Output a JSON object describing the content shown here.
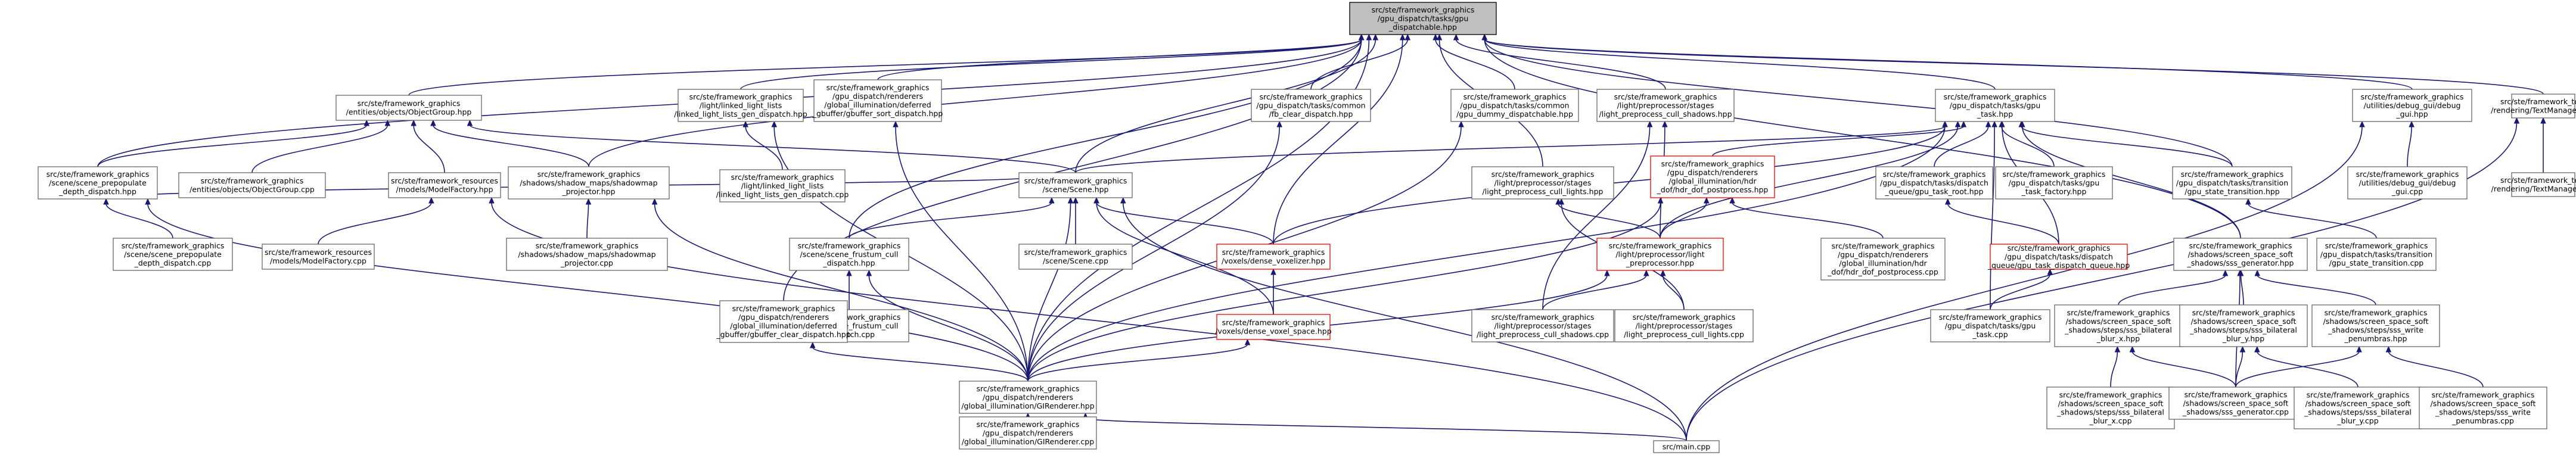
{
  "colors": {
    "edge": "#191970",
    "node_border": "#666666",
    "root_fill": "#bfbfbf",
    "red_border": "#ff0000"
  },
  "nodes": [
    {
      "id": "root",
      "lines": [
        "src/ste/framework_graphics",
        "/gpu_dispatch/tasks/gpu",
        "_dispatchable.hpp"
      ],
      "style": "root"
    },
    {
      "id": "objgrp_hpp",
      "lines": [
        "src/ste/framework_graphics",
        "/entities/objects/ObjectGroup.hpp"
      ]
    },
    {
      "id": "lll_gen_hpp",
      "lines": [
        "src/ste/framework_graphics",
        "/light/linked_light_lists",
        "/linked_light_lists_gen_dispatch.hpp"
      ]
    },
    {
      "id": "gbuf_sort_hpp",
      "lines": [
        "src/ste/framework_graphics",
        "/gpu_dispatch/renderers",
        "/global_illumination/deferred",
        "_gbuffer/gbuffer_sort_dispatch.hpp"
      ]
    },
    {
      "id": "fb_clear_hpp",
      "lines": [
        "src/ste/framework_graphics",
        "/gpu_dispatch/tasks/common",
        "/fb_clear_dispatch.hpp"
      ]
    },
    {
      "id": "dummy_hpp",
      "lines": [
        "src/ste/framework_graphics",
        "/gpu_dispatch/tasks/common",
        "/gpu_dummy_dispatchable.hpp"
      ]
    },
    {
      "id": "preproc_shadows_hpp",
      "lines": [
        "src/ste/framework_graphics",
        "/light/preprocessor/stages",
        "/light_preprocess_cull_shadows.hpp"
      ]
    },
    {
      "id": "gpu_task_hpp",
      "lines": [
        "src/ste/framework_graphics",
        "/gpu_dispatch/tasks/gpu",
        "_task.hpp"
      ]
    },
    {
      "id": "debug_gui_hpp",
      "lines": [
        "src/ste/framework_graphics",
        "/utilities/debug_gui/debug",
        "_gui.hpp"
      ]
    },
    {
      "id": "textmgr_hpp",
      "lines": [
        "src/ste/framework_text",
        "/rendering/TextManager.hpp"
      ]
    },
    {
      "id": "scene_prepop_hpp",
      "lines": [
        "src/ste/framework_graphics",
        "/scene/scene_prepopulate",
        "_depth_dispatch.hpp"
      ]
    },
    {
      "id": "objgrp_cpp",
      "lines": [
        "src/ste/framework_graphics",
        "/entities/objects/ObjectGroup.cpp"
      ]
    },
    {
      "id": "modelfactory_hpp",
      "lines": [
        "src/ste/framework_resources",
        "/models/ModelFactory.hpp"
      ]
    },
    {
      "id": "shadowmap_hpp",
      "lines": [
        "src/ste/framework_graphics",
        "/shadows/shadow_maps/shadowmap",
        "_projector.hpp"
      ]
    },
    {
      "id": "lll_gen_cpp",
      "lines": [
        "src/ste/framework_graphics",
        "/light/linked_light_lists",
        "/linked_light_lists_gen_dispatch.cpp"
      ]
    },
    {
      "id": "scene_hpp",
      "lines": [
        "src/ste/framework_graphics",
        "/scene/Scene.hpp"
      ]
    },
    {
      "id": "preproc_lights_hpp",
      "lines": [
        "src/ste/framework_graphics",
        "/light/preprocessor/stages",
        "/light_preprocess_cull_lights.hpp"
      ]
    },
    {
      "id": "dof_hpp",
      "lines": [
        "src/ste/framework_graphics",
        "/gpu_dispatch/renderers",
        "/global_illumination/hdr",
        "_dof/hdr_dof_postprocess.hpp"
      ],
      "style": "red"
    },
    {
      "id": "task_root_hpp",
      "lines": [
        "src/ste/framework_graphics",
        "/gpu_dispatch/tasks/dispatch",
        "_queue/gpu_task_root.hpp"
      ]
    },
    {
      "id": "task_factory_hpp",
      "lines": [
        "src/ste/framework_graphics",
        "/gpu_dispatch/tasks/gpu",
        "_task_factory.hpp"
      ]
    },
    {
      "id": "state_trans_hpp",
      "lines": [
        "src/ste/framework_graphics",
        "/gpu_dispatch/tasks/transition",
        "/gpu_state_transition.hpp"
      ]
    },
    {
      "id": "debug_gui_cpp",
      "lines": [
        "src/ste/framework_graphics",
        "/utilities/debug_gui/debug",
        "_gui.cpp"
      ]
    },
    {
      "id": "textmgr_cpp",
      "lines": [
        "src/ste/framework_text",
        "/rendering/TextManager.cpp"
      ]
    },
    {
      "id": "scene_prepop_cpp",
      "lines": [
        "src/ste/framework_graphics",
        "/scene/scene_prepopulate",
        "_depth_dispatch.cpp"
      ]
    },
    {
      "id": "modelfactory_cpp",
      "lines": [
        "src/ste/framework_resources",
        "/models/ModelFactory.cpp"
      ]
    },
    {
      "id": "shadowmap_cpp",
      "lines": [
        "src/ste/framework_graphics",
        "/shadows/shadow_maps/shadowmap",
        "_projector.cpp"
      ]
    },
    {
      "id": "frustum_hpp",
      "lines": [
        "src/ste/framework_graphics",
        "/scene/scene_frustum_cull",
        "_dispatch.hpp"
      ]
    },
    {
      "id": "scene_cpp",
      "lines": [
        "src/ste/framework_graphics",
        "/scene/Scene.cpp"
      ]
    },
    {
      "id": "voxelizer_hpp",
      "lines": [
        "src/ste/framework_graphics",
        "/voxels/dense_voxelizer.hpp"
      ],
      "style": "red"
    },
    {
      "id": "light_preproc_hpp",
      "lines": [
        "src/ste/framework_graphics",
        "/light/preprocessor/light",
        "_preprocessor.hpp"
      ],
      "style": "red"
    },
    {
      "id": "dof_cpp",
      "lines": [
        "src/ste/framework_graphics",
        "/gpu_dispatch/renderers",
        "/global_illumination/hdr",
        "_dof/hdr_dof_postprocess.cpp"
      ]
    },
    {
      "id": "task_queue_hpp",
      "lines": [
        "src/ste/framework_graphics",
        "/gpu_dispatch/tasks/dispatch",
        "_queue/gpu_task_dispatch_queue.hpp"
      ],
      "style": "red"
    },
    {
      "id": "sss_gen_hpp",
      "lines": [
        "src/ste/framework_graphics",
        "/shadows/screen_space_soft",
        "_shadows/sss_generator.hpp"
      ]
    },
    {
      "id": "state_trans_cpp",
      "lines": [
        "src/ste/framework_graphics",
        "/gpu_dispatch/tasks/transition",
        "/gpu_state_transition.cpp"
      ]
    },
    {
      "id": "frustum_cpp",
      "lines": [
        "src/ste/framework_graphics",
        "/scene/scene_frustum_cull",
        "_dispatch.cpp"
      ]
    },
    {
      "id": "voxel_space_hpp",
      "lines": [
        "src/ste/framework_graphics",
        "/voxels/dense_voxel_space.hpp"
      ],
      "style": "red"
    },
    {
      "id": "preproc_shadows_cpp",
      "lines": [
        "src/ste/framework_graphics",
        "/light/preprocessor/stages",
        "/light_preprocess_cull_shadows.cpp"
      ]
    },
    {
      "id": "preproc_lights_cpp",
      "lines": [
        "src/ste/framework_graphics",
        "/light/preprocessor/stages",
        "/light_preprocess_cull_lights.cpp"
      ]
    },
    {
      "id": "gpu_task_cpp",
      "lines": [
        "src/ste/framework_graphics",
        "/gpu_dispatch/tasks/gpu",
        "_task.cpp"
      ]
    },
    {
      "id": "gbuf_clear_hpp",
      "lines": [
        "src/ste/framework_graphics",
        "/gpu_dispatch/renderers",
        "/global_illumination/deferred",
        "_gbuffer/gbuffer_clear_dispatch.hpp"
      ]
    },
    {
      "id": "blur_x_hpp",
      "lines": [
        "src/ste/framework_graphics",
        "/shadows/screen_space_soft",
        "_shadows/steps/sss_bilateral",
        "_blur_x.hpp"
      ]
    },
    {
      "id": "blur_y_hpp",
      "lines": [
        "src/ste/framework_graphics",
        "/shadows/screen_space_soft",
        "_shadows/steps/sss_bilateral",
        "_blur_y.hpp"
      ]
    },
    {
      "id": "penumbras_hpp",
      "lines": [
        "src/ste/framework_graphics",
        "/shadows/screen_space_soft",
        "_shadows/steps/sss_write",
        "_penumbras.hpp"
      ]
    },
    {
      "id": "girenderer_hpp",
      "lines": [
        "src/ste/framework_graphics",
        "/gpu_dispatch/renderers",
        "/global_illumination/GIRenderer.hpp"
      ]
    },
    {
      "id": "blur_x_cpp",
      "lines": [
        "src/ste/framework_graphics",
        "/shadows/screen_space_soft",
        "_shadows/steps/sss_bilateral",
        "_blur_x.cpp"
      ]
    },
    {
      "id": "sss_gen_cpp",
      "lines": [
        "src/ste/framework_graphics",
        "/shadows/screen_space_soft",
        "_shadows/sss_generator.cpp"
      ]
    },
    {
      "id": "blur_y_cpp",
      "lines": [
        "src/ste/framework_graphics",
        "/shadows/screen_space_soft",
        "_shadows/steps/sss_bilateral",
        "_blur_y.cpp"
      ]
    },
    {
      "id": "penumbras_cpp",
      "lines": [
        "src/ste/framework_graphics",
        "/shadows/screen_space_soft",
        "_shadows/steps/sss_write",
        "_penumbras.cpp"
      ]
    },
    {
      "id": "girenderer_cpp",
      "lines": [
        "src/ste/framework_graphics",
        "/gpu_dispatch/renderers",
        "/global_illumination/GIRenderer.cpp"
      ]
    },
    {
      "id": "main_cpp",
      "lines": [
        "src/main.cpp"
      ]
    }
  ],
  "edges": [
    [
      "objgrp_hpp",
      "root"
    ],
    [
      "lll_gen_hpp",
      "root"
    ],
    [
      "gbuf_sort_hpp",
      "root"
    ],
    [
      "fb_clear_hpp",
      "root"
    ],
    [
      "dummy_hpp",
      "root"
    ],
    [
      "preproc_shadows_hpp",
      "root"
    ],
    [
      "gpu_task_hpp",
      "root"
    ],
    [
      "debug_gui_hpp",
      "root"
    ],
    [
      "textmgr_hpp",
      "root"
    ],
    [
      "scene_prepop_hpp",
      "root"
    ],
    [
      "shadowmap_hpp",
      "root"
    ],
    [
      "scene_hpp",
      "root"
    ],
    [
      "preproc_lights_hpp",
      "root"
    ],
    [
      "sss_gen_hpp",
      "root"
    ],
    [
      "state_trans_hpp",
      "root"
    ],
    [
      "gbuf_clear_hpp",
      "root"
    ],
    [
      "girenderer_hpp",
      "root"
    ],
    [
      "frustum_hpp",
      "root"
    ],
    [
      "voxelizer_hpp",
      "root"
    ],
    [
      "scene_prepop_hpp",
      "objgrp_hpp"
    ],
    [
      "objgrp_cpp",
      "objgrp_hpp"
    ],
    [
      "modelfactory_hpp",
      "objgrp_hpp"
    ],
    [
      "shadowmap_hpp",
      "objgrp_hpp"
    ],
    [
      "scene_hpp",
      "objgrp_hpp"
    ],
    [
      "lll_gen_cpp",
      "lll_gen_hpp"
    ],
    [
      "girenderer_hpp",
      "lll_gen_hpp"
    ],
    [
      "girenderer_hpp",
      "gbuf_sort_hpp"
    ],
    [
      "girenderer_hpp",
      "fb_clear_hpp"
    ],
    [
      "girenderer_hpp",
      "dummy_hpp"
    ],
    [
      "light_preproc_hpp",
      "preproc_shadows_hpp"
    ],
    [
      "preproc_shadows_cpp",
      "preproc_shadows_hpp"
    ],
    [
      "scene_hpp",
      "gpu_task_hpp"
    ],
    [
      "dof_hpp",
      "gpu_task_hpp"
    ],
    [
      "task_root_hpp",
      "gpu_task_hpp"
    ],
    [
      "task_factory_hpp",
      "gpu_task_hpp"
    ],
    [
      "state_trans_hpp",
      "gpu_task_hpp"
    ],
    [
      "task_queue_hpp",
      "gpu_task_hpp"
    ],
    [
      "sss_gen_hpp",
      "gpu_task_hpp"
    ],
    [
      "gpu_task_cpp",
      "gpu_task_hpp"
    ],
    [
      "light_preproc_hpp",
      "gpu_task_hpp"
    ],
    [
      "voxelizer_hpp",
      "gpu_task_hpp"
    ],
    [
      "girenderer_hpp",
      "gpu_task_hpp"
    ],
    [
      "debug_gui_cpp",
      "debug_gui_hpp"
    ],
    [
      "main_cpp",
      "debug_gui_hpp"
    ],
    [
      "textmgr_cpp",
      "textmgr_hpp"
    ],
    [
      "main_cpp",
      "textmgr_hpp"
    ],
    [
      "scene_prepop_cpp",
      "scene_prepop_hpp"
    ],
    [
      "girenderer_hpp",
      "scene_prepop_hpp"
    ],
    [
      "modelfactory_cpp",
      "modelfactory_hpp"
    ],
    [
      "main_cpp",
      "modelfactory_hpp"
    ],
    [
      "shadowmap_cpp",
      "shadowmap_hpp"
    ],
    [
      "girenderer_hpp",
      "shadowmap_hpp"
    ],
    [
      "scene_prepop_hpp",
      "scene_hpp"
    ],
    [
      "frustum_hpp",
      "scene_hpp"
    ],
    [
      "scene_cpp",
      "scene_hpp"
    ],
    [
      "voxelizer_hpp",
      "scene_hpp"
    ],
    [
      "voxel_space_hpp",
      "scene_hpp"
    ],
    [
      "girenderer_hpp",
      "scene_hpp"
    ],
    [
      "main_cpp",
      "scene_hpp"
    ],
    [
      "light_preproc_hpp",
      "preproc_lights_hpp"
    ],
    [
      "preproc_lights_cpp",
      "preproc_lights_hpp"
    ],
    [
      "dof_cpp",
      "dof_hpp"
    ],
    [
      "light_preproc_hpp",
      "dof_hpp"
    ],
    [
      "girenderer_hpp",
      "dof_hpp"
    ],
    [
      "task_queue_hpp",
      "task_root_hpp"
    ],
    [
      "state_trans_cpp",
      "state_trans_hpp"
    ],
    [
      "frustum_cpp",
      "frustum_hpp"
    ],
    [
      "girenderer_hpp",
      "frustum_hpp"
    ],
    [
      "voxel_space_hpp",
      "voxelizer_hpp"
    ],
    [
      "preproc_shadows_cpp",
      "light_preproc_hpp"
    ],
    [
      "preproc_lights_cpp",
      "light_preproc_hpp"
    ],
    [
      "girenderer_hpp",
      "light_preproc_hpp"
    ],
    [
      "gpu_task_cpp",
      "task_queue_hpp"
    ],
    [
      "blur_x_hpp",
      "sss_gen_hpp"
    ],
    [
      "blur_y_hpp",
      "sss_gen_hpp"
    ],
    [
      "penumbras_hpp",
      "sss_gen_hpp"
    ],
    [
      "sss_gen_cpp",
      "sss_gen_hpp"
    ],
    [
      "girenderer_hpp",
      "voxel_space_hpp"
    ],
    [
      "girenderer_hpp",
      "gbuf_clear_hpp"
    ],
    [
      "blur_x_cpp",
      "blur_x_hpp"
    ],
    [
      "sss_gen_cpp",
      "blur_x_hpp"
    ],
    [
      "blur_y_cpp",
      "blur_y_hpp"
    ],
    [
      "sss_gen_cpp",
      "blur_y_hpp"
    ],
    [
      "penumbras_cpp",
      "penumbras_hpp"
    ],
    [
      "sss_gen_cpp",
      "penumbras_hpp"
    ],
    [
      "girenderer_cpp",
      "girenderer_hpp"
    ],
    [
      "main_cpp",
      "girenderer_hpp"
    ]
  ]
}
